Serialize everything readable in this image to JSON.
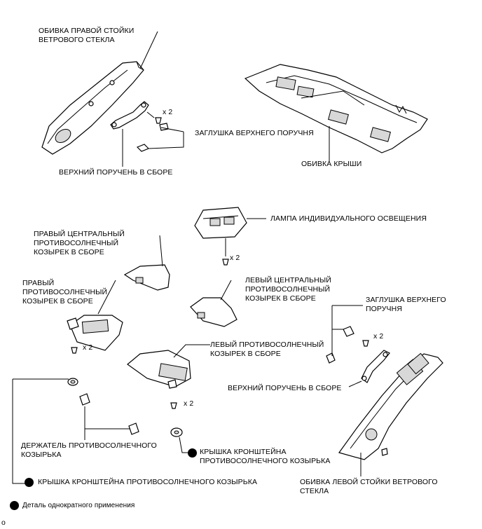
{
  "labels": {
    "right_pillar_1": "ОБИВКА ПРАВОЙ СТОЙКИ",
    "right_pillar_2": "ВЕТРОВОГО СТЕКЛА",
    "x2_a": "x 2",
    "upper_plug_top": "ЗАГЛУШКА ВЕРХНЕГО ПОРУЧНЯ",
    "upper_handle_top": "ВЕРХНИЙ ПОРУЧЕНЬ В СБОРЕ",
    "roof": "ОБИВКА КРЫШИ",
    "map_lamp": "ЛАМПА ИНДИВИДУАЛЬНОГО ОСВЕЩЕНИЯ",
    "x2_b": "x 2",
    "rc_visor_1": "ПРАВЫЙ ЦЕНТРАЛЬНЫЙ",
    "rc_visor_2": "ПРОТИВОСОЛНЕЧНЫЙ",
    "rc_visor_3": "КОЗЫРЕК В СБОРЕ",
    "r_visor_1": "ПРАВЫЙ",
    "r_visor_2": "ПРОТИВОСОЛНЕЧНЫЙ",
    "r_visor_3": "КОЗЫРЕК В СБОРЕ",
    "lc_visor_1": "ЛЕВЫЙ ЦЕНТРАЛЬНЫЙ",
    "lc_visor_2": "ПРОТИВОСОЛНЕЧНЫЙ",
    "lc_visor_3": "КОЗЫРЕК В СБОРЕ",
    "x2_c": "x 2",
    "l_visor_1": "ЛЕВЫЙ ПРОТИВОСОЛНЕЧНЫЙ",
    "l_visor_2": "КОЗЫРЕК В СБОРЕ",
    "x2_d": "x 2",
    "upper_plug_right_1": "ЗАГЛУШКА ВЕРХНЕГО",
    "upper_plug_right_2": "ПОРУЧНЯ",
    "x2_e": "x 2",
    "upper_handle_right": "ВЕРХНИЙ ПОРУЧЕНЬ В СБОРЕ",
    "visor_holder_1": "ДЕРЖАТЕЛЬ ПРОТИВОСОЛНЕЧНОГО",
    "visor_holder_2": "КОЗЫРЬКА",
    "bracket_cover_mid_1": "КРЫШКА КРОНШТЕЙНА",
    "bracket_cover_mid_2": "ПРОТИВОСОЛНЕЧНОГО КОЗЫРЬКА",
    "bracket_cover_left": "КРЫШКА КРОНШТЕЙНА ПРОТИВОСОЛНЕЧНОГО КОЗЫРЬКА",
    "left_pillar_1": "ОБИВКА ЛЕВОЙ СТОЙКИ ВЕТРОВОГО",
    "left_pillar_2": "СТЕКЛА",
    "legend": "Деталь однократного применения",
    "corner_mark": "o"
  }
}
